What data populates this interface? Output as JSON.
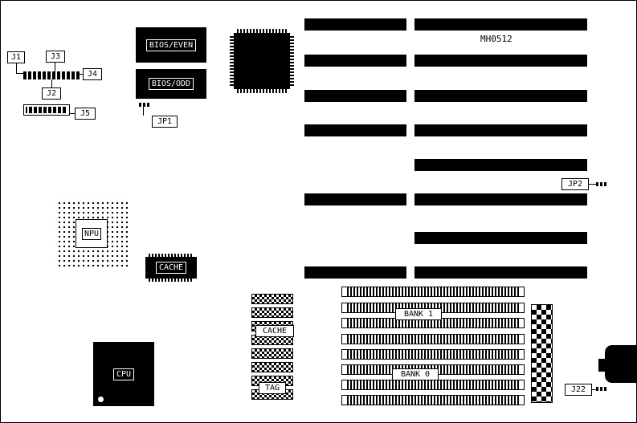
{
  "silkscreen": {
    "model": "MH0512"
  },
  "connectors": {
    "j1": "J1",
    "j2": "J2",
    "j3": "J3",
    "j4": "J4",
    "j5": "J5",
    "jp1": "JP1",
    "jp2": "JP2",
    "j22": "J22"
  },
  "chips": {
    "bios_even": "BIOS/EVEN",
    "bios_odd": "BIOS/ODD",
    "npu": "NPU",
    "cache": "CACHE",
    "cache_sram": "CACHE",
    "tag": "TAG",
    "cpu": "CPU"
  },
  "memory": {
    "bank1": "BANK 1",
    "bank0": "BANK 0"
  },
  "colors": {
    "component": "#000000",
    "board": "#ffffff",
    "label_text": "#000000"
  }
}
